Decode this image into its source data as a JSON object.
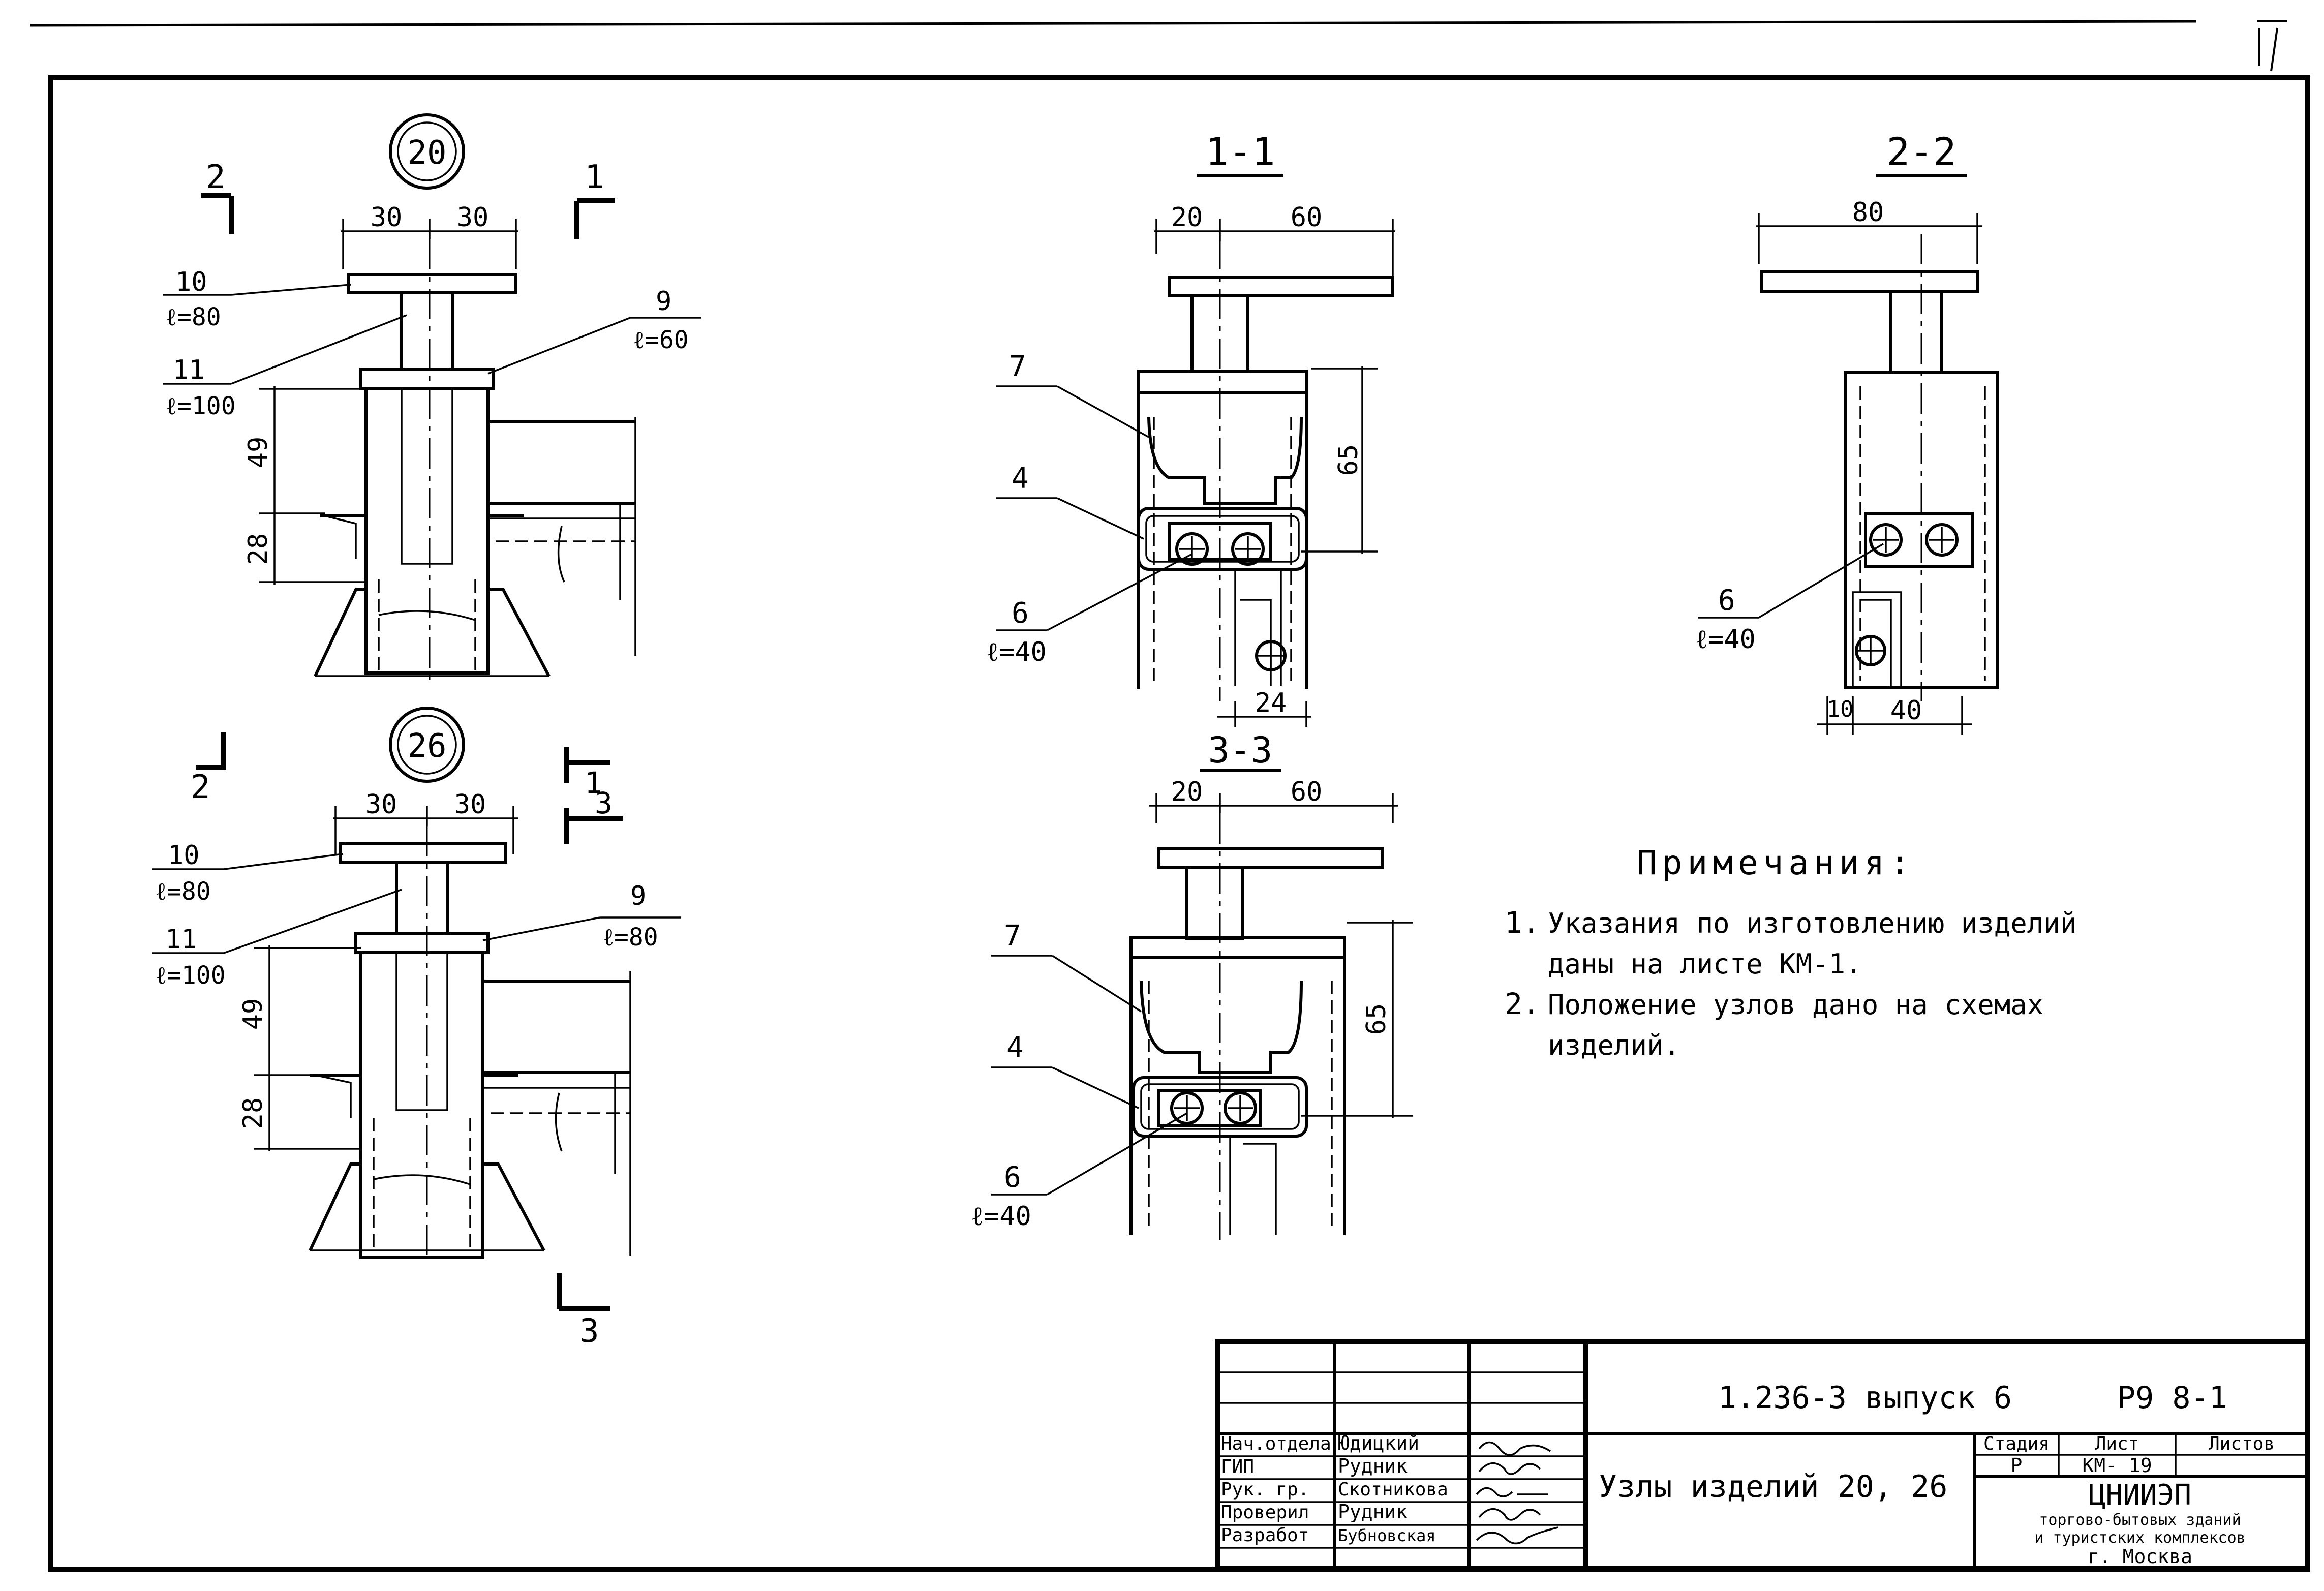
{
  "drawing": {
    "details": [
      {
        "id": "20",
        "section_a": "2",
        "section_b": "1",
        "dims_top": [
          "30",
          "30"
        ],
        "dim_v1": "49",
        "dim_v2": "28",
        "marks": {
          "m10": "10",
          "m10_len": "ℓ=80",
          "m11": "11",
          "m11_len": "ℓ=100",
          "m9": "9",
          "m9_len": "ℓ=60"
        }
      },
      {
        "id": "26",
        "section_a": "2",
        "section_b": "1",
        "section_c": "3",
        "section_d": "3",
        "dims_top": [
          "30",
          "30"
        ],
        "dim_v1": "49",
        "dim_v2": "28",
        "marks": {
          "m10": "10",
          "m10_len": "ℓ=80",
          "m11": "11",
          "m11_len": "ℓ=100",
          "m9": "9",
          "m9_len": "ℓ=80"
        }
      }
    ],
    "sections": {
      "s11": {
        "title": "1-1",
        "dims_top": [
          "20",
          "60"
        ],
        "dim_v": "65",
        "dim_bottom": "24",
        "marks": {
          "m7": "7",
          "m4": "4",
          "m6": "6",
          "m6_len": "ℓ=40"
        }
      },
      "s22": {
        "title": "2-2",
        "dim_top": "80",
        "dims_bottom": [
          "10",
          "40"
        ],
        "marks": {
          "m6": "6",
          "m6_len": "ℓ=40"
        }
      },
      "s33": {
        "title": "3-3",
        "dims_top": [
          "20",
          "60"
        ],
        "dim_v": "65",
        "marks": {
          "m7": "7",
          "m4": "4",
          "m6": "6",
          "m6_len": "ℓ=40"
        }
      }
    }
  },
  "notes": {
    "title": "Примечания:",
    "items": [
      {
        "num": "1.",
        "line1": "Указания по изготовлению изделий",
        "line2": "даны на листе КМ-1."
      },
      {
        "num": "2.",
        "line1": "Положение узлов дано на схемах",
        "line2": "изделий."
      }
    ]
  },
  "title_block": {
    "project_code": "1.236-3   выпуск 6",
    "sheet_code": "Р9 8-1",
    "title": "Узлы изделий 20, 26",
    "stage_header": "Стадия",
    "sheet_header": "Лист",
    "sheets_header": "Листов",
    "stage": "Р",
    "sheet": "КМ- 19",
    "sheets": "",
    "org_name": "ЦНИИЭП",
    "org_line1": "торгово-бытовых зданий",
    "org_line2": "и туристских комплексов",
    "org_city": "г. Москва",
    "signatures": [
      {
        "role": "Нач.отдела",
        "name": "Юдицкий"
      },
      {
        "role": "ГИП",
        "name": "Рудник"
      },
      {
        "role": "Рук. гр.",
        "name": "Скотникова"
      },
      {
        "role": "Проверил",
        "name": "Рудник"
      },
      {
        "role": "Разработ",
        "name": "Бубновская"
      }
    ]
  }
}
